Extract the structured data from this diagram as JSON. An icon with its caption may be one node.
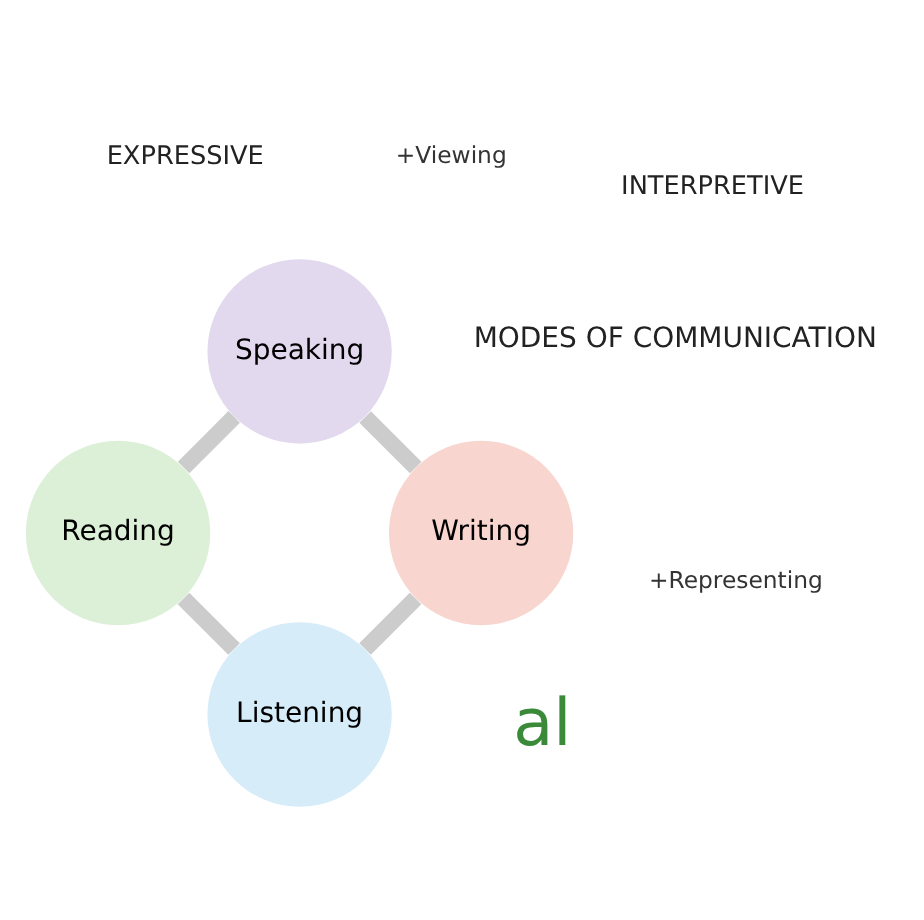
{
  "diagram": {
    "nodes": [
      {
        "text": [
          "Listening"
        ]
      },
      {
        "text": [
          "Writing"
        ]
      },
      {
        "text": [
          "Reading"
        ]
      },
      {
        "text": [
          "Speaking"
        ]
      }
    ],
    "edges": [
      {
        "from": 0,
        "to": 2,
        "arrow": "none"
      },
      {
        "from": 2,
        "to": 3,
        "arrow": "none"
      },
      {
        "from": 3,
        "to": 1,
        "arrow": "none"
      },
      {
        "from": 1,
        "to": 0,
        "arrow": "none"
      }
    ],
    "labels": [
      "al",
      "INTERPRETIVE",
      "+Viewing",
      "MODES OF COMMUNICATION",
      "+Representing",
      "EXPRESSIVE"
    ]
  }
}
